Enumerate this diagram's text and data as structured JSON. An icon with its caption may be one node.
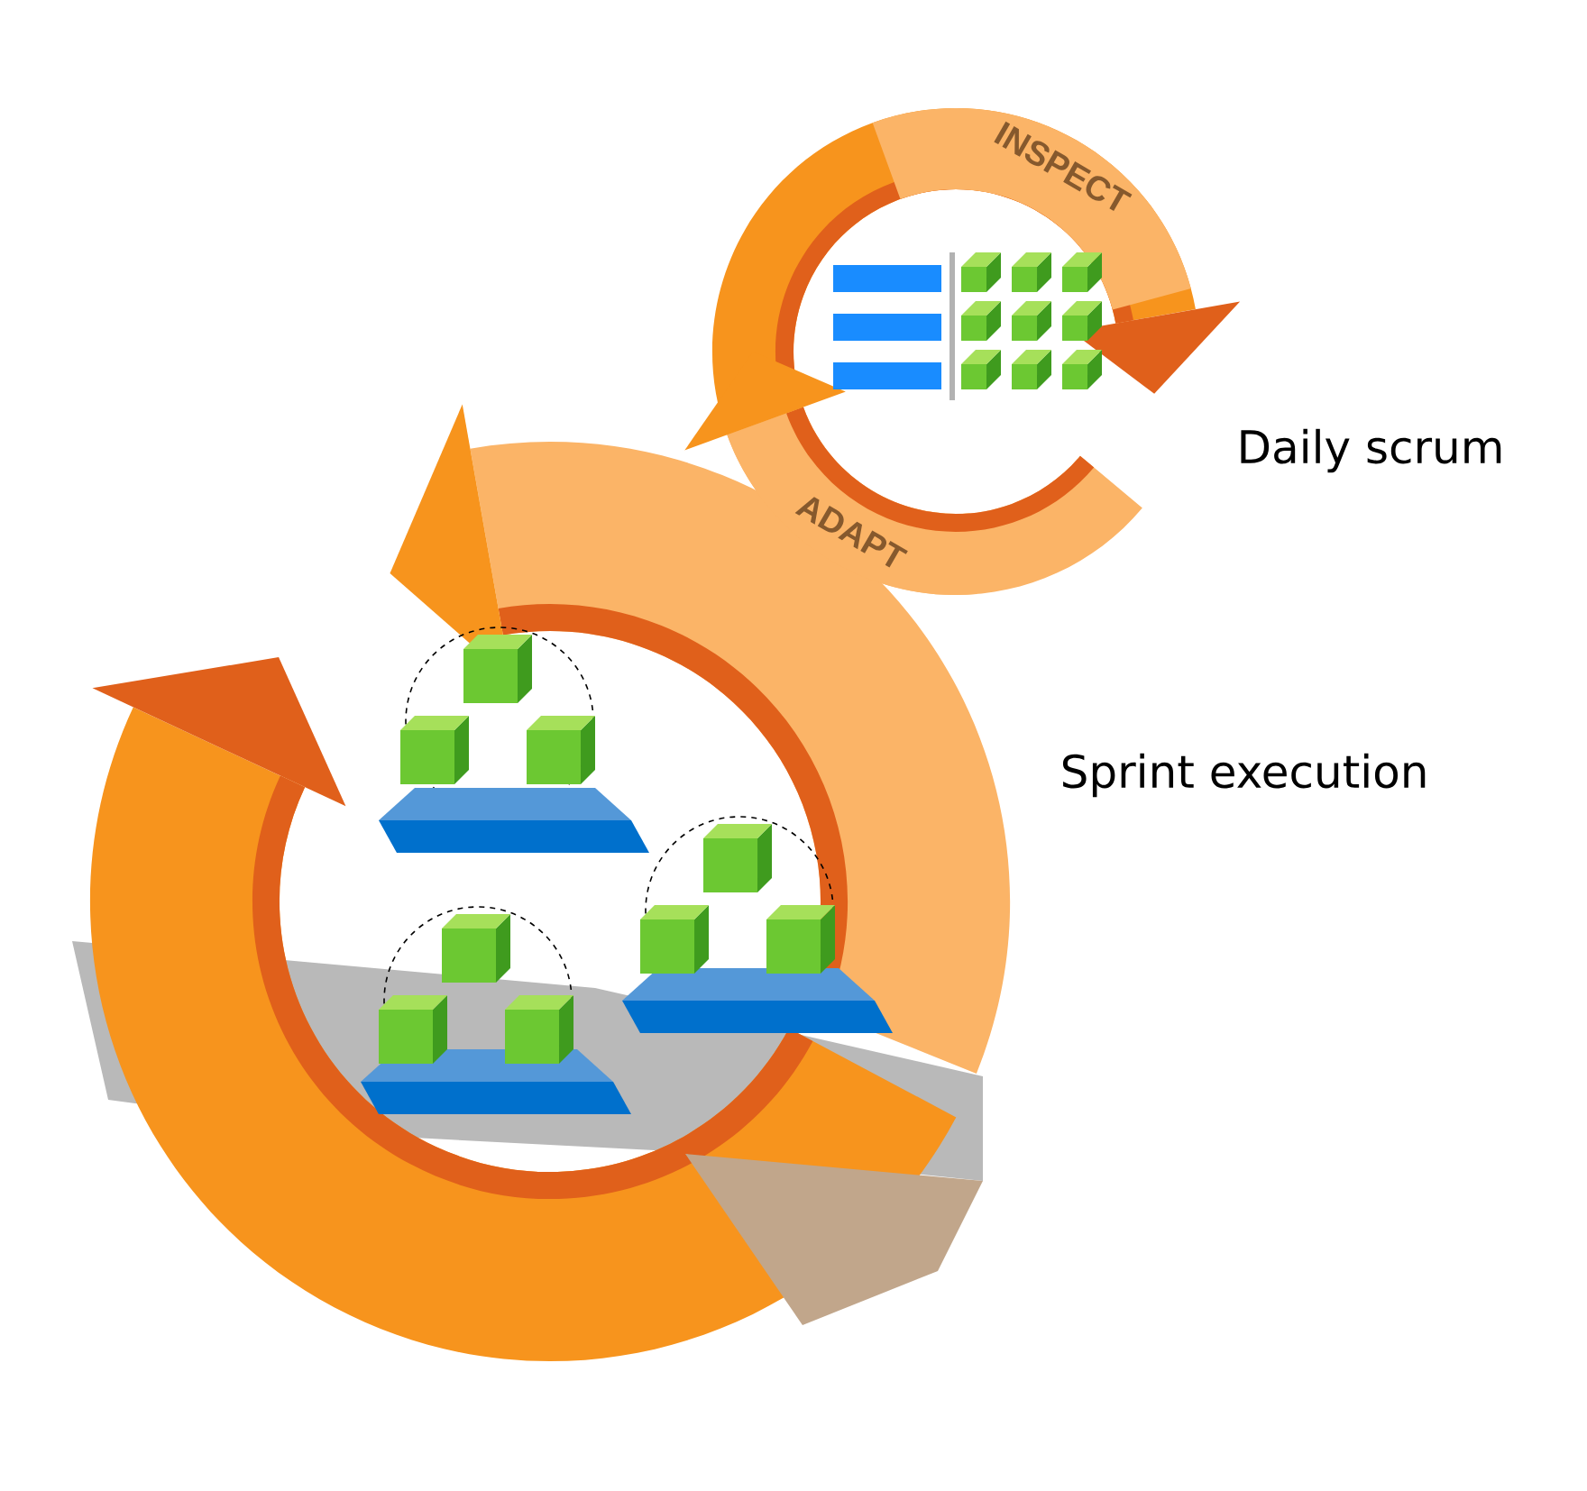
{
  "diagram": {
    "labels": [
      "INSPECT",
      "ADAPT",
      "Daily scrum",
      "Sprint execution"
    ]
  }
}
